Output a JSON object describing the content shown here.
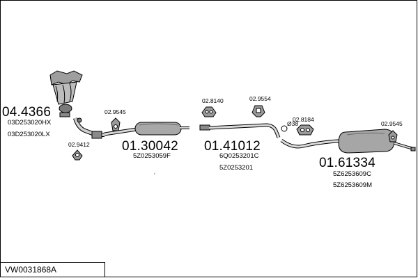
{
  "reference": "VW0031868A",
  "parts": {
    "catalyst": {
      "number": "04.4366",
      "oem": [
        "03D253020HX",
        "03D253020LX"
      ]
    },
    "front_pipe_mount": {
      "number": "02.9545"
    },
    "gasket": {
      "number": "02.9412"
    },
    "front_silencer": {
      "number": "01.30042",
      "oem": [
        "5Z0253059F"
      ]
    },
    "middle_mount_1": {
      "number": "02.8140"
    },
    "middle_mount_2": {
      "number": "02.9554"
    },
    "middle_silencer": {
      "number": "01.41012",
      "oem": [
        "6Q0253201C",
        "5Z0253201"
      ]
    },
    "clamp": {
      "number": "38"
    },
    "rear_mount": {
      "number": "02.8184"
    },
    "rear_mount_2": {
      "number": "02.9545"
    },
    "rear_silencer": {
      "number": "01.61334",
      "oem": [
        "5Z6253609C",
        "5Z6253609M"
      ]
    }
  }
}
